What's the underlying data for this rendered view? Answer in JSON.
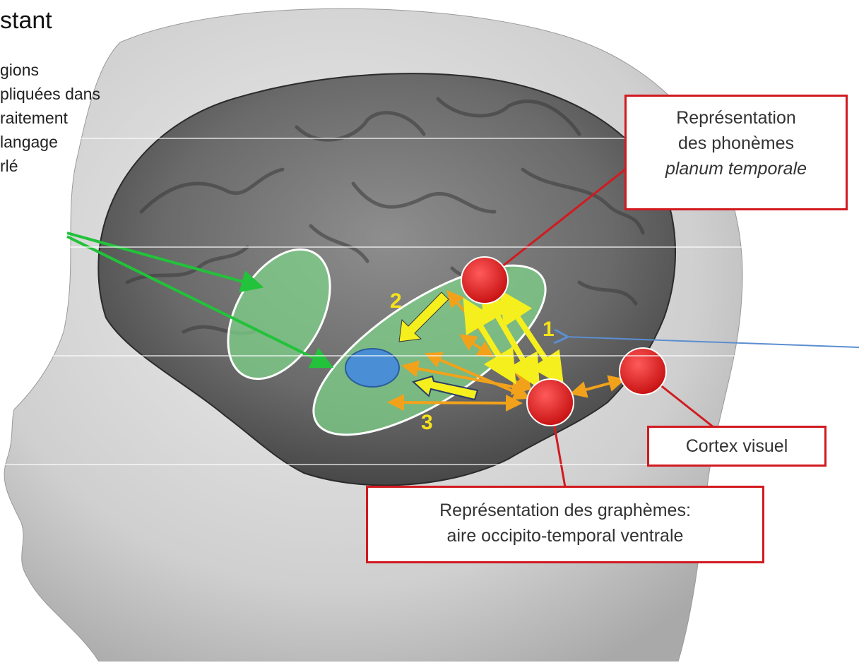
{
  "title_fragment": "stant",
  "left_list": [
    "gions",
    "pliquées dans",
    "raitement",
    "langage",
    "rlé"
  ],
  "labels": {
    "phonemes": {
      "line1": "Représentation",
      "line2": "des phonèmes",
      "line3": "planum temporale"
    },
    "cortex_visuel": "Cortex visuel",
    "graphemes": {
      "line1": "Représentation des graphèmes:",
      "line2": "aire occipito-temporal ventrale"
    }
  },
  "numbers": [
    "1",
    "2",
    "3"
  ],
  "colors": {
    "region_green": "#7fd38a",
    "node_red": "#e21b1b",
    "node_blue": "#4a8fd6",
    "arrow_yellow": "#f6ef1e",
    "arrow_orange": "#f2a21a",
    "arrow_green": "#22c23a",
    "arrow_blue": "#5b8fd1",
    "box_border": "#d11a1f",
    "number_yellow": "#f6e21a"
  }
}
